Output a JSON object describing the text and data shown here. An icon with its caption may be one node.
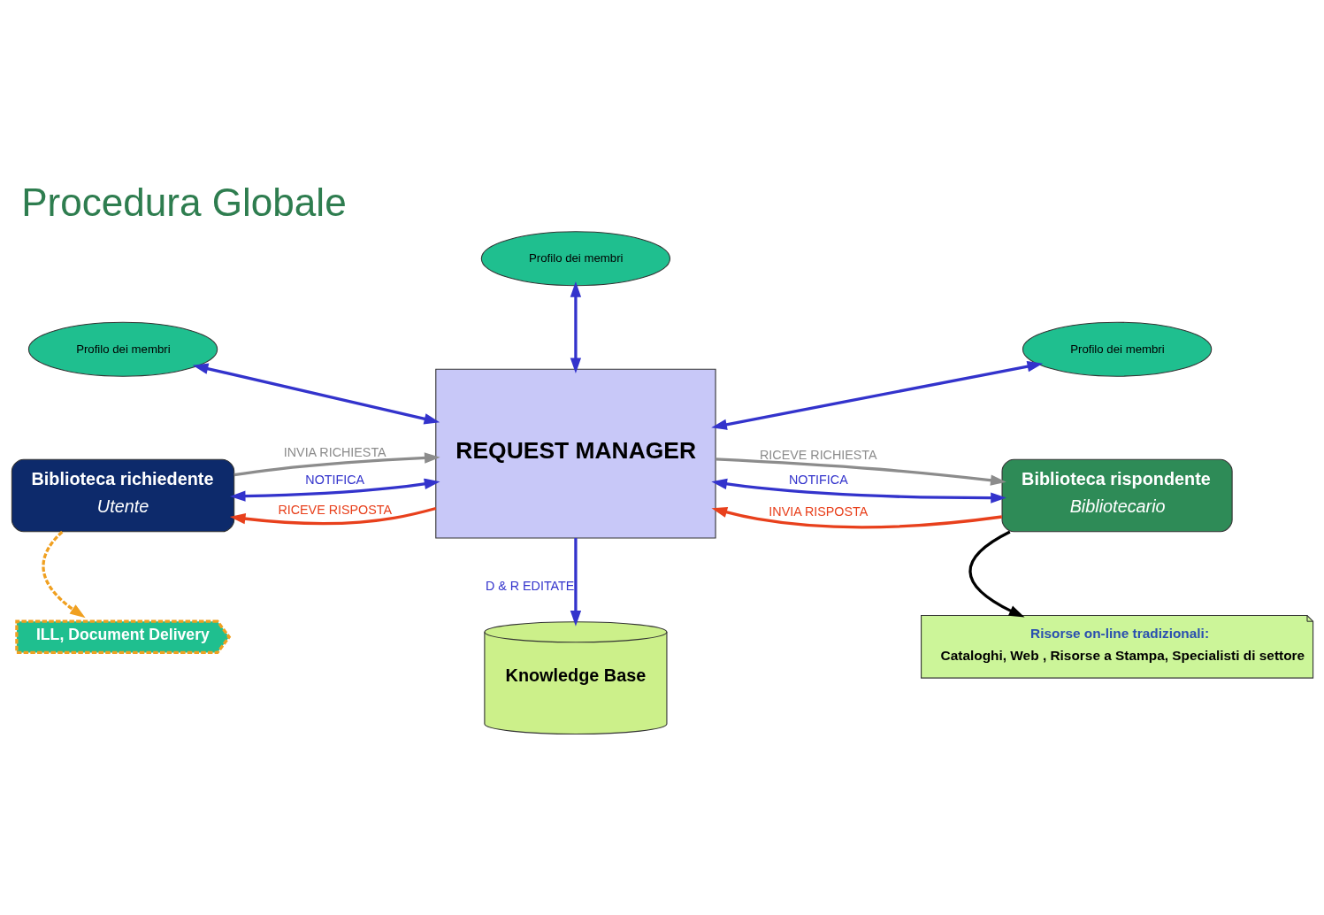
{
  "diagram": {
    "title": "Procedura Globale",
    "nodes": [
      {
        "text": [
          "Profilo dei membri"
        ]
      },
      {
        "text": [
          "Profilo dei membri"
        ]
      },
      {
        "text": [
          "Profilo dei membri"
        ]
      },
      {
        "text": [
          "Biblioteca richiedente",
          "Utente"
        ]
      },
      {
        "text": [
          "REQUEST MANAGER"
        ]
      },
      {
        "text": [
          "Biblioteca rispondente",
          "Bibliotecario"
        ]
      },
      {
        "text": [
          "ILL, Document Delivery"
        ]
      },
      {
        "text": [
          "Knowledge Base"
        ]
      },
      {
        "text": [
          "Risorse on-line tradizionali:",
          "Cataloghi, Web , Risorse a Stampa, Specialisti di settore"
        ]
      }
    ],
    "edges": [
      {
        "from": 0,
        "to": 4,
        "arrow": "both"
      },
      {
        "from": 1,
        "to": 4,
        "arrow": "both"
      },
      {
        "from": 2,
        "to": 4,
        "arrow": "both"
      },
      {
        "from": 3,
        "to": 4,
        "arrow": "to",
        "label": "INVIA RICHIESTA",
        "color": "#8c8c8c"
      },
      {
        "from": 3,
        "to": 4,
        "arrow": "both",
        "label": "NOTIFICA"
      },
      {
        "from": 4,
        "to": 3,
        "arrow": "to",
        "label": "RICEVE RISPOSTA",
        "color": "#e8401c"
      },
      {
        "from": 4,
        "to": 5,
        "arrow": "to",
        "label": "RICEVE RICHIESTA",
        "color": "#8c8c8c"
      },
      {
        "from": 4,
        "to": 5,
        "arrow": "both",
        "label": "NOTIFICA"
      },
      {
        "from": 5,
        "to": 4,
        "arrow": "to",
        "label": "INVIA RISPOSTA",
        "color": "#e8401c"
      },
      {
        "from": 4,
        "to": 7,
        "arrow": "to",
        "label": "D & R EDITATE"
      },
      {
        "from": 5,
        "to": 8,
        "arrow": "to",
        "color": "#000000"
      },
      {
        "from": 3,
        "to": 6,
        "arrow": "to",
        "style": "dashed",
        "color": "#f0a020"
      }
    ]
  }
}
